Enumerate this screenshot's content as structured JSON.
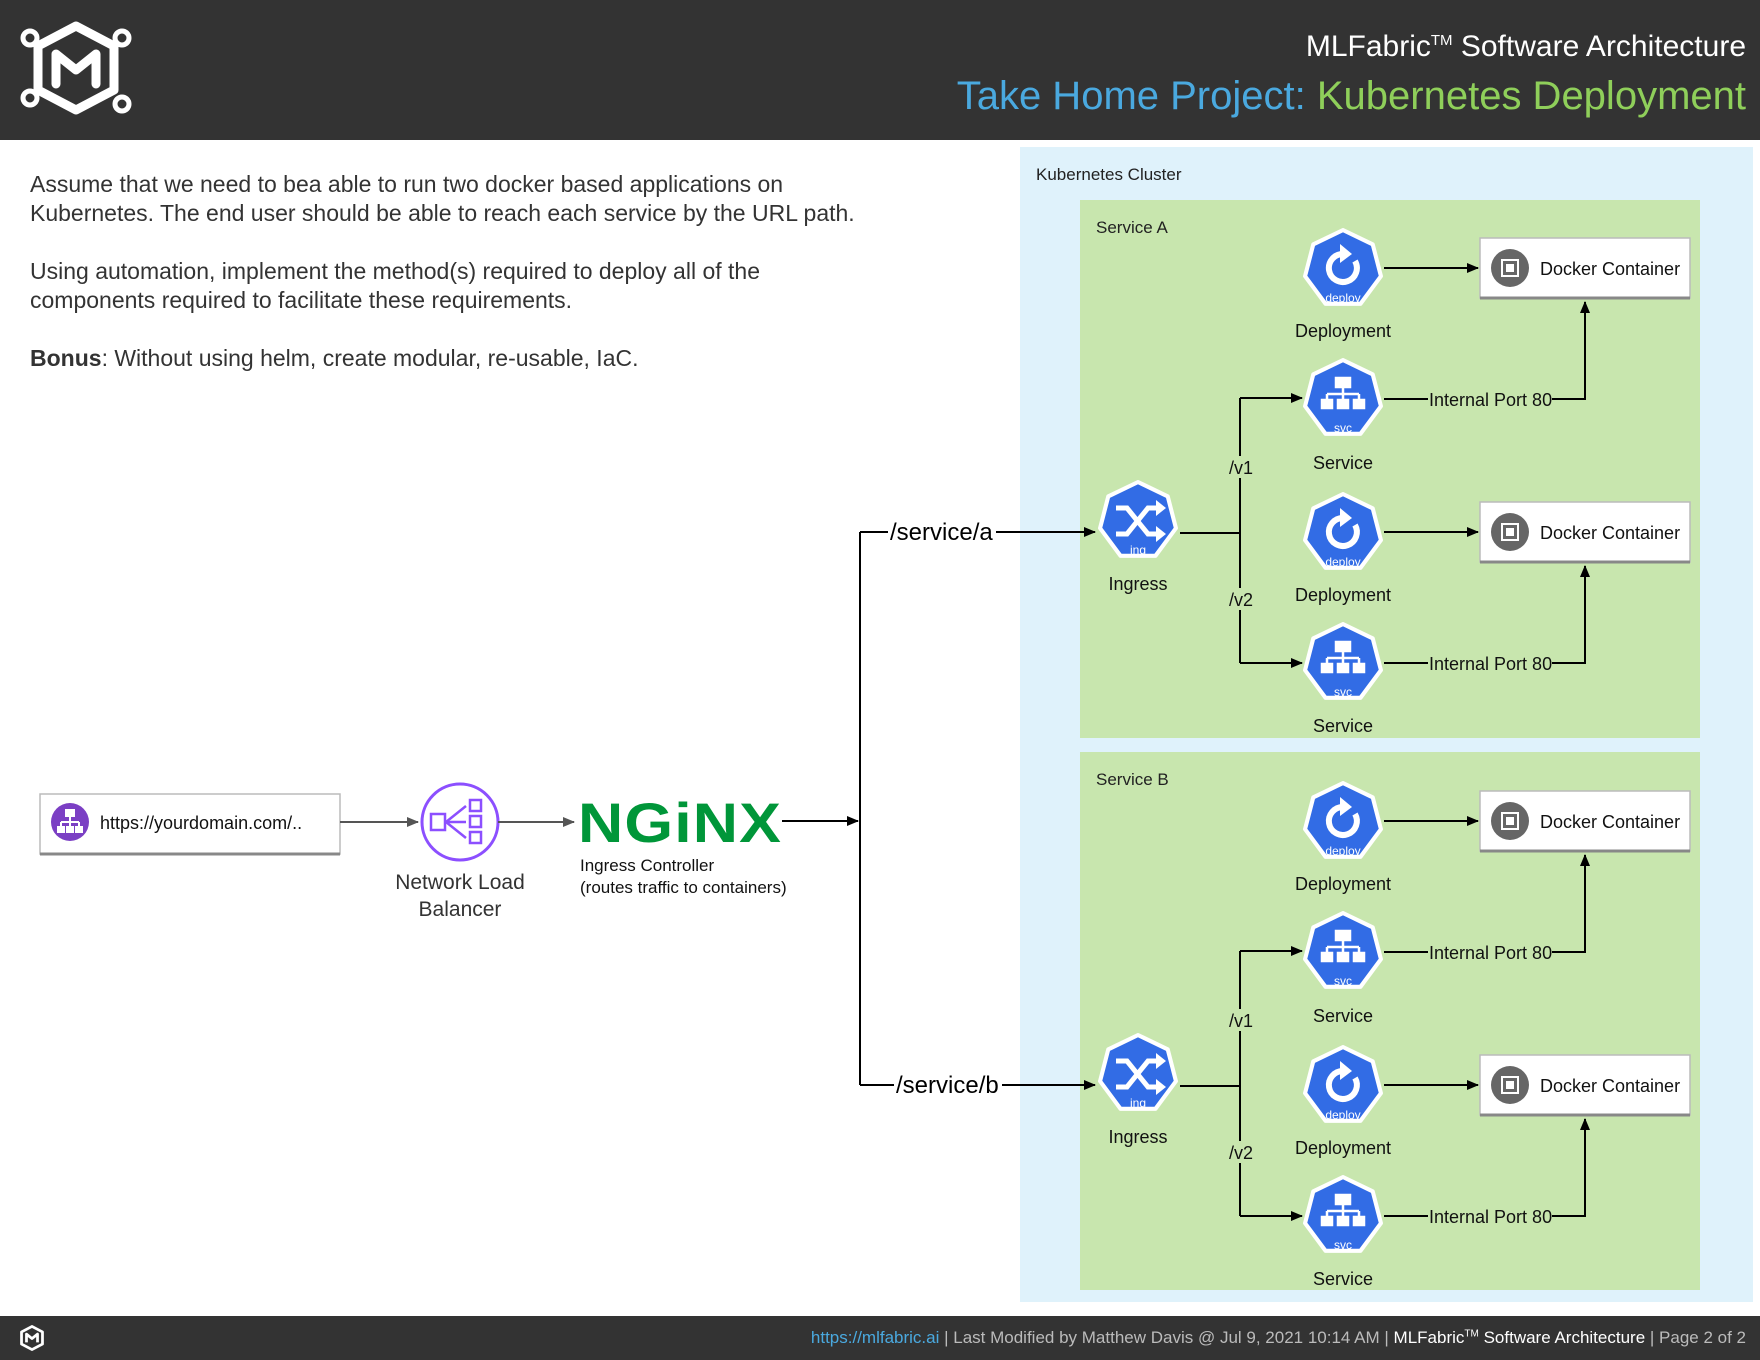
{
  "header": {
    "title_main": "MLFabric",
    "title_tm": "TM",
    "title_rest": " Software Architecture",
    "subtitle_a": "Take Home Project:",
    "subtitle_b": " Kubernetes Deployment"
  },
  "intro": {
    "para1": "Assume that we need to bea able to run two docker based applications on Kubernetes. The end user should be able to reach each service by the URL path.",
    "para2": "Using automation, implement the method(s) required to deploy all of the components required to facilitate these requirements.",
    "bonus_label": "Bonus",
    "bonus_text": ": Without using helm, create modular, re-usable, IaC."
  },
  "diagram": {
    "cluster_label": "Kubernetes Cluster",
    "url_box": "https://yourdomain.com/..",
    "nlb_label_1": "Network Load",
    "nlb_label_2": "Balancer",
    "nginx_logo": "NGiNX",
    "ingress_controller_1": "Ingress Controller",
    "ingress_controller_2": "(routes traffic to containers)",
    "path_a": "/service/a",
    "path_b": "/service/b",
    "ingress_icon_text": "ing",
    "deploy_icon_text": "deploy",
    "svc_icon_text": "svc",
    "services": [
      {
        "name": "Service A",
        "ingress": "Ingress",
        "v1": "/v1",
        "v2": "/v2",
        "deployment_1": "Deployment",
        "service_1": "Service",
        "deployment_2": "Deployment",
        "service_2": "Service",
        "container_1": "Docker Container",
        "container_2": "Docker Container",
        "port_1": "Internal Port 80",
        "port_2": "Internal Port 80"
      },
      {
        "name": "Service B",
        "ingress": "Ingress",
        "v1": "/v1",
        "v2": "/v2",
        "deployment_1": "Deployment",
        "service_1": "Service",
        "deployment_2": "Deployment",
        "service_2": "Service",
        "container_1": "Docker Container",
        "container_2": "Docker Container",
        "port_1": "Internal Port 80",
        "port_2": "Internal Port 80"
      }
    ]
  },
  "footer": {
    "link": "https://mlfabric.ai",
    "sep1": " | Last Modified by Matthew Davis @ Jul 9, 2021 10:14 AM | ",
    "brand": "MLFabric",
    "tm": "TM",
    "brand_rest": " Software Architecture",
    "page": " | Page 2 of 2"
  },
  "colors": {
    "header_bg": "#333333",
    "subtitle_blue": "#4aa9df",
    "subtitle_green": "#8fcf5a",
    "cluster_bg": "#dff2fb",
    "service_bg": "#c8e6ae",
    "k8s_blue": "#326ce5",
    "nlb_purple": "#8c4fff",
    "nginx_green": "#009639"
  }
}
